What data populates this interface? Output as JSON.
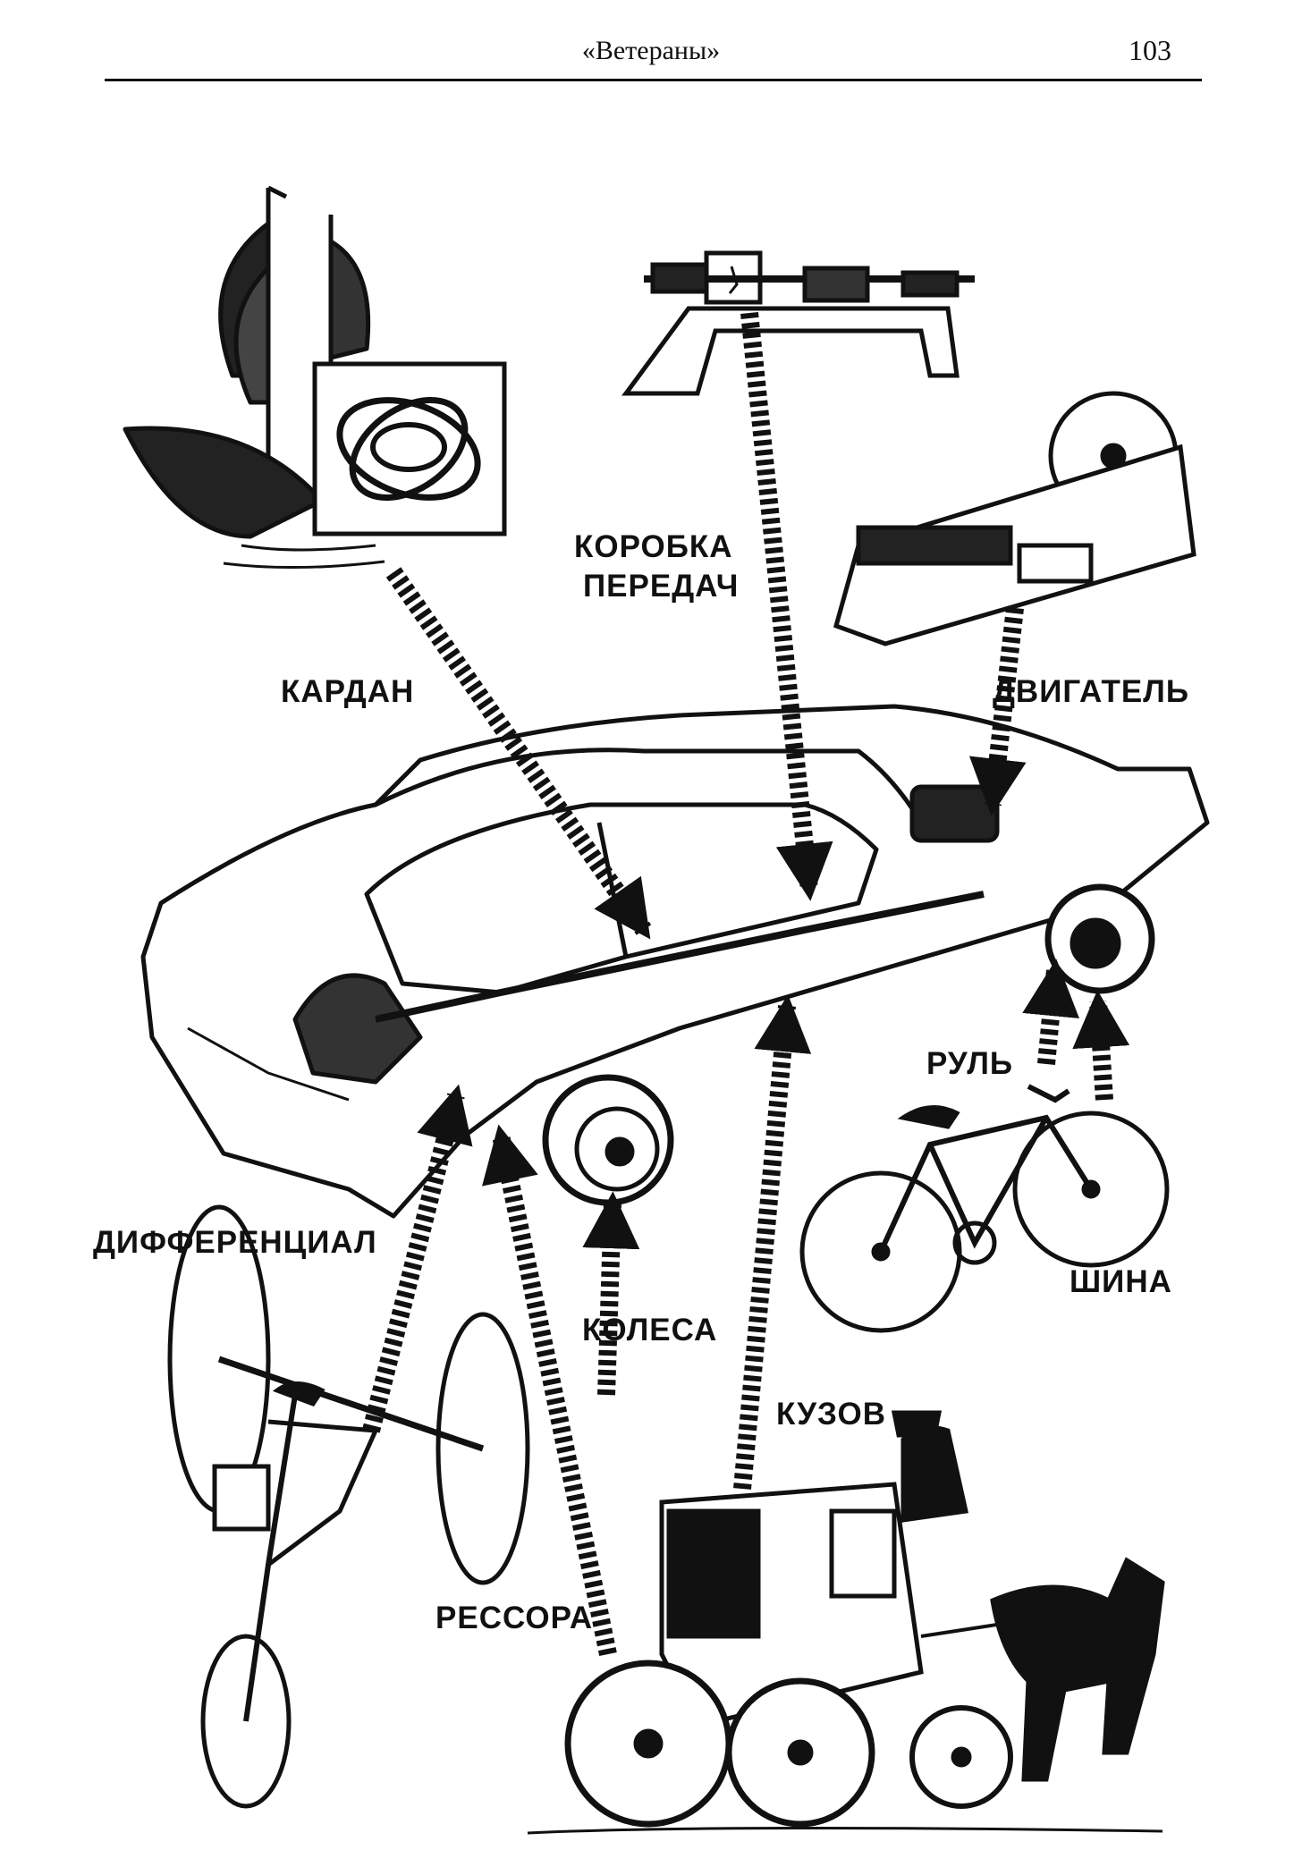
{
  "header": {
    "title": "«Ветераны»",
    "page_number": "103"
  },
  "labels": {
    "kardan": "КАРДАН",
    "gearbox_line1": "КОРОБКА",
    "gearbox_line2": "ПЕРЕДАЧ",
    "engine": "ДВИГАТЕЛЬ",
    "steering": "РУЛЬ",
    "tire": "ШИНА",
    "differential": "ДИФФЕРЕНЦИАЛ",
    "wheels": "КОЛЕСА",
    "body": "КУЗОВ",
    "spring": "РЕССОРА"
  },
  "icons": [
    "sailing-ship",
    "gimbal",
    "lathe",
    "steam-engine",
    "car",
    "bicycle",
    "old-tricycle",
    "horse-carriage"
  ]
}
